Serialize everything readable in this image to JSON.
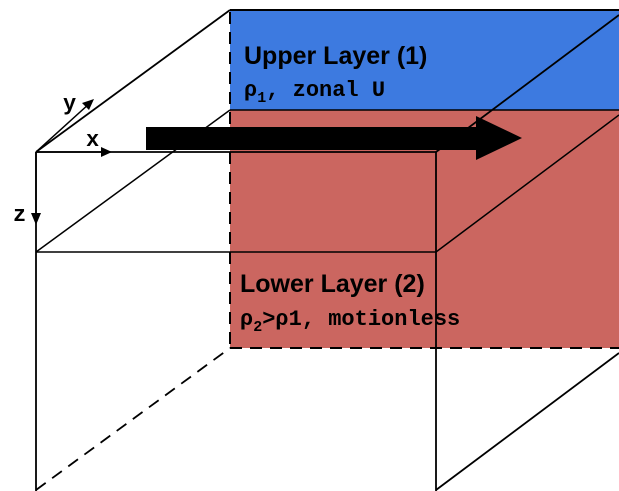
{
  "diagram": {
    "upper_layer": {
      "title": "Upper Layer (1)",
      "rho": "ρ",
      "sub": "1",
      "rest": ", zonal U",
      "fill": "#3d7ae0"
    },
    "lower_layer": {
      "title": "Lower Layer (2)",
      "rho": "ρ",
      "sub": "2",
      "rest": ">ρ1, motionless",
      "fill": "#cb6660"
    },
    "axes": {
      "x": "x",
      "y": "y",
      "z": "z"
    },
    "flow_arrow": {
      "color": "#000000",
      "icon": "flow-arrow-icon"
    }
  }
}
